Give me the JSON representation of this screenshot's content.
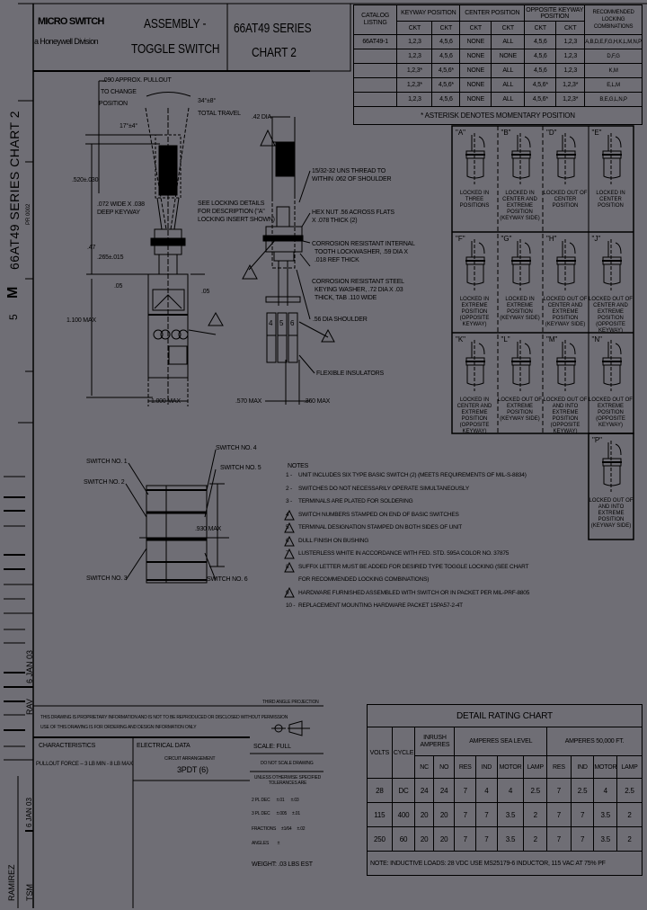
{
  "colors": {
    "paper": "#6f6e75",
    "ink": "#000000"
  },
  "title_block": {
    "brand": "MICRO SWITCH",
    "division": "a Honeywell Division",
    "title_line1": "ASSEMBLY -",
    "title_line2": "TOGGLE SWITCH",
    "series": "66AT49 SERIES",
    "chart": "CHART 2"
  },
  "side_strip": {
    "series_title": "66AT49 SERIES CHART 2",
    "logo": "M",
    "sheet": "5",
    "code": "PR 0002",
    "date1": "6 JAN 03",
    "rev": "RAV",
    "date2": "6 JAN 03",
    "initials1": "RAMIREZ",
    "initials2": "TSM"
  },
  "catalog_table": {
    "headers": [
      "CATALOG LISTING",
      "KEYWAY POSITION",
      "CENTER POSITION",
      "OPPOSITE KEYWAY POSITION",
      "RECOMMENDED LOCKING COMBINATIONS"
    ],
    "subheaders": [
      "CKT",
      "CKT",
      "CKT",
      "CKT",
      "CKT",
      "CKT"
    ],
    "rows": [
      [
        "66AT49-1",
        "1,2,3",
        "4,5,6",
        "NONE",
        "ALL",
        "4,5,6",
        "1,2,3",
        "A,B,D,E,F,G,H,K,L,M,N,P"
      ],
      [
        "",
        "1,2,3",
        "4,5,6",
        "NONE",
        "NONE",
        "4,5,6",
        "1,2,3",
        "D,F,G"
      ],
      [
        "",
        "1,2,3*",
        "4,5,6*",
        "NONE",
        "ALL",
        "4,5,6",
        "1,2,3",
        "K,M"
      ],
      [
        "",
        "1,2,3*",
        "4,5,6*",
        "NONE",
        "ALL",
        "4,5,6*",
        "1,2,3*",
        "E,L,M"
      ],
      [
        "",
        "1,2,3",
        "4,5,6",
        "NONE",
        "ALL",
        "4,5,6*",
        "1,2,3*",
        "B,E,G,L,N,P"
      ]
    ],
    "footnote": "* ASTERISK DENOTES MOMENTARY POSITION"
  },
  "locking_details": [
    {
      "letter": "\"A\"",
      "caption": "LOCKED IN THREE POSITIONS"
    },
    {
      "letter": "\"B\"",
      "caption": "LOCKED IN CENTER AND EXTREME POSITION (KEYWAY SIDE)"
    },
    {
      "letter": "\"D\"",
      "caption": "LOCKED OUT OF CENTER POSITION"
    },
    {
      "letter": "\"E\"",
      "caption": "LOCKED IN CENTER POSITION"
    },
    {
      "letter": "\"F\"",
      "caption": "LOCKED IN EXTREME POSITION (OPPOSITE KEYWAY)"
    },
    {
      "letter": "\"G\"",
      "caption": "LOCKED IN EXTREME POSITION (KEYWAY SIDE)"
    },
    {
      "letter": "\"H\"",
      "caption": "LOCKED OUT OF CENTER AND EXTREME POSITION (KEYWAY SIDE)"
    },
    {
      "letter": "\"J\"",
      "caption": "LOCKED OUT OF CENTER AND EXTREME POSITION (OPPOSITE KEYWAY)"
    },
    {
      "letter": "\"K\"",
      "caption": "LOCKED IN CENTER AND EXTREME POSITION (OPPOSITE KEYWAY)"
    },
    {
      "letter": "\"L\"",
      "caption": "LOCKED OUT OF EXTREME POSITION (KEYWAY SIDE)"
    },
    {
      "letter": "\"M\"",
      "caption": "LOCKED OUT OF AND INTO EXTREME POSITION (OPPOSITE KEYWAY)"
    },
    {
      "letter": "\"N\"",
      "caption": "LOCKED OUT OF EXTREME POSITION (OPPOSITE KEYWAY)"
    },
    {
      "letter": "\"P\"",
      "caption": "LOCKED OUT OF AND INTO EXTREME POSITION (KEYWAY SIDE)"
    }
  ],
  "front_view": {
    "pullout": ".090 APPROX. PULLOUT",
    "pullout2": "TO CHANGE",
    "pullout3": "POSITION",
    "travel": "34°±8°",
    "travel2": "TOTAL TRAVEL",
    "half_angle": "17°±4°",
    "height": ".520±.030",
    "keyway": ".072 WIDE X .038",
    "keyway2": "DEEP KEYWAY",
    "locking": "SEE LOCKING DETAILS",
    "locking2": "FOR DESCRIPTION (\"A\"",
    "locking3": "LOCKING INSERT SHOWN)",
    "d47": ".47",
    "d265": ".265±.015",
    "d05a": ".05",
    "d05b": ".05",
    "overall": "1.100 MAX",
    "width": "1.000 MAX"
  },
  "side_view": {
    "dia": ".42 DIA",
    "thread": "15/32-32 UNS THREAD TO",
    "thread2": "WITHIN .062 OF SHOULDER",
    "hexnut": "HEX NUT .56 ACROSS FLATS",
    "hexnut2": "X .078 THICK (2)",
    "lockwasher": "CORROSION RESISTANT INTERNAL",
    "lockwasher2": "TOOTH LOCKWASHER, .59 DIA X",
    "lockwasher3": ".018 REF THICK",
    "keying": "CORROSION RESISTANT STEEL",
    "keying2": "KEYING WASHER, .72 DIA X .03",
    "keying3": "THICK, TAB .110 WIDE",
    "shoulder": ".56 DIA SHOULDER",
    "insulators": "FLEXIBLE INSULATORS",
    "w570": ".570 MAX",
    "w360": ".360 MAX",
    "terminals": [
      "4",
      "5",
      "6"
    ]
  },
  "bottom_view": {
    "sw1": "SWITCH NO. 1",
    "sw2": "SWITCH NO. 2",
    "sw3": "SWITCH NO. 3",
    "sw4": "SWITCH NO. 4",
    "sw5": "SWITCH NO. 5",
    "sw6": "SWITCH NO. 6",
    "dim": ".930 MAX"
  },
  "notes": {
    "title": "NOTES",
    "items": [
      {
        "num": "1 -",
        "text": "UNIT INCLUDES SIX TYPE BASIC SWITCH (2) (MEETS REQUIREMENTS OF MIL-S-8834)"
      },
      {
        "num": "2 -",
        "text": "SWITCHES DO NOT NECESSARILY OPERATE SIMULTANEOUSLY"
      },
      {
        "num": "3 -",
        "text": "TERMINALS ARE PLATED FOR SOLDERING"
      },
      {
        "num": "4",
        "text": "SWITCH NUMBERS STAMPED ON END OF BASIC SWITCHES"
      },
      {
        "num": "5",
        "text": "TERMINAL DESIGNATION STAMPED ON BOTH SIDES OF UNIT"
      },
      {
        "num": "6",
        "text": "DULL FINISH ON BUSHING"
      },
      {
        "num": "7",
        "text": "LUSTERLESS WHITE IN ACCORDANCE WITH FED. STD. 595A COLOR NO. 37875"
      },
      {
        "num": "8",
        "text": "SUFFIX LETTER MUST BE ADDED FOR DESIRED TYPE TOGGLE LOCKING (SEE CHART"
      },
      {
        "num": "",
        "text": "FOR RECOMMENDED LOCKING COMBINATIONS)"
      },
      {
        "num": "9",
        "text": "HARDWARE FURNISHED ASSEMBLED WITH SWITCH OR IN PACKET PER MIL-PRF-8805"
      },
      {
        "num": "10 -",
        "text": "REPLACEMENT MOUNTING HARDWARE PACKET 15PA57-2-4T"
      }
    ]
  },
  "rating_chart": {
    "title": "DETAIL RATING CHART",
    "volts": "VOLTS",
    "cycle": "CYCLE",
    "inrush": "INRUSH AMPERES",
    "sea": "AMPERES SEA LEVEL",
    "alt": "AMPERES 50,000 FT.",
    "cols": [
      "NC",
      "NO",
      "RES",
      "IND",
      "MOTOR",
      "LAMP",
      "RES",
      "IND",
      "MOTOR",
      "LAMP"
    ],
    "rows": [
      {
        "volts": "28",
        "cycle": "DC",
        "vals": [
          "24",
          "24",
          "7",
          "4",
          "4",
          "2.5",
          "7",
          "2.5",
          "4",
          "2.5"
        ]
      },
      {
        "volts": "115",
        "cycle": "400",
        "vals": [
          "20",
          "20",
          "7",
          "7",
          "3.5",
          "2",
          "7",
          "7",
          "3.5",
          "2"
        ]
      },
      {
        "volts": "250",
        "cycle": "60",
        "vals": [
          "20",
          "20",
          "7",
          "7",
          "3.5",
          "2",
          "7",
          "7",
          "3.5",
          "2"
        ]
      }
    ],
    "note": "NOTE: INDUCTIVE LOADS: 28 VDC USE MS25179-6 INDUCTOR, 115 VAC AT 75% PF"
  },
  "lower_block": {
    "proprietary1": "THIS DRAWING IS PROPRIETARY INFORMATION AND IS NOT TO BE REPRODUCED OR DISCLOSED WITHOUT PERMISSION",
    "proprietary2": "USE OF THIS DRAWING IS FOR ORDERING AND DESIGN INFORMATION ONLY",
    "projection": "THIRD ANGLE PROJECTION",
    "characteristics": "CHARACTERISTICS",
    "pullout_force": "PULLOUT FORCE -- 3 LB MIN - 8 LB MAX",
    "electrical": "ELECTRICAL DATA",
    "arrangement": "CIRCUIT ARRANGEMENT",
    "circuit": "3PDT (6)",
    "scale": "SCALE: FULL",
    "dims": "DO NOT SCALE DRAWING",
    "tol": "UNLESS OTHERWISE SPECIFIED TOLERANCES ARE",
    "tol1": "2 PL DEC      ±.01      ±.03",
    "tol2": "3 PL DEC      ±.005     ±.01",
    "tol3": "FRACTIONS     ±1/64     ±.02",
    "tol4": "ANGLES        ±",
    "weight": "WEIGHT: .03 LBS EST"
  }
}
